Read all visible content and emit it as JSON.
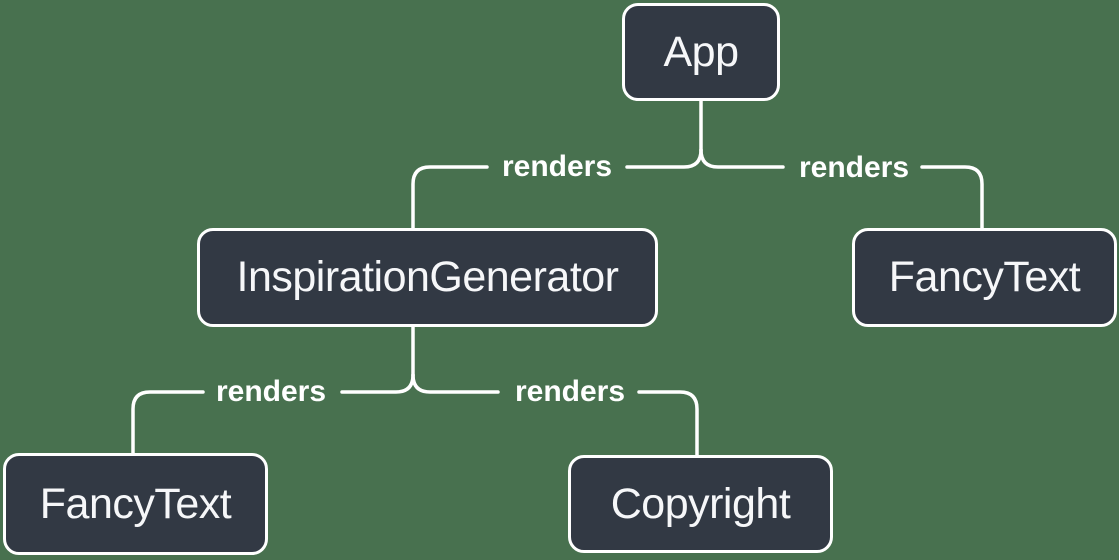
{
  "diagram": {
    "nodes": [
      {
        "id": "app",
        "label": "App"
      },
      {
        "id": "inspiration-generator",
        "label": "InspirationGenerator"
      },
      {
        "id": "fancy-text-top",
        "label": "FancyText"
      },
      {
        "id": "fancy-text-bottom",
        "label": "FancyText"
      },
      {
        "id": "copyright",
        "label": "Copyright"
      }
    ],
    "edges": [
      {
        "from": "app",
        "to": "inspiration-generator",
        "label": "renders"
      },
      {
        "from": "app",
        "to": "fancy-text-top",
        "label": "renders"
      },
      {
        "from": "inspiration-generator",
        "to": "fancy-text-bottom",
        "label": "renders"
      },
      {
        "from": "inspiration-generator",
        "to": "copyright",
        "label": "renders"
      }
    ],
    "colors": {
      "background": "#48714F",
      "node_fill": "#323944",
      "node_border": "#FFFFFF",
      "node_text": "#F6F7F9",
      "edge_line": "#FFFFFF",
      "edge_label_text": "#FFFFFF"
    }
  }
}
